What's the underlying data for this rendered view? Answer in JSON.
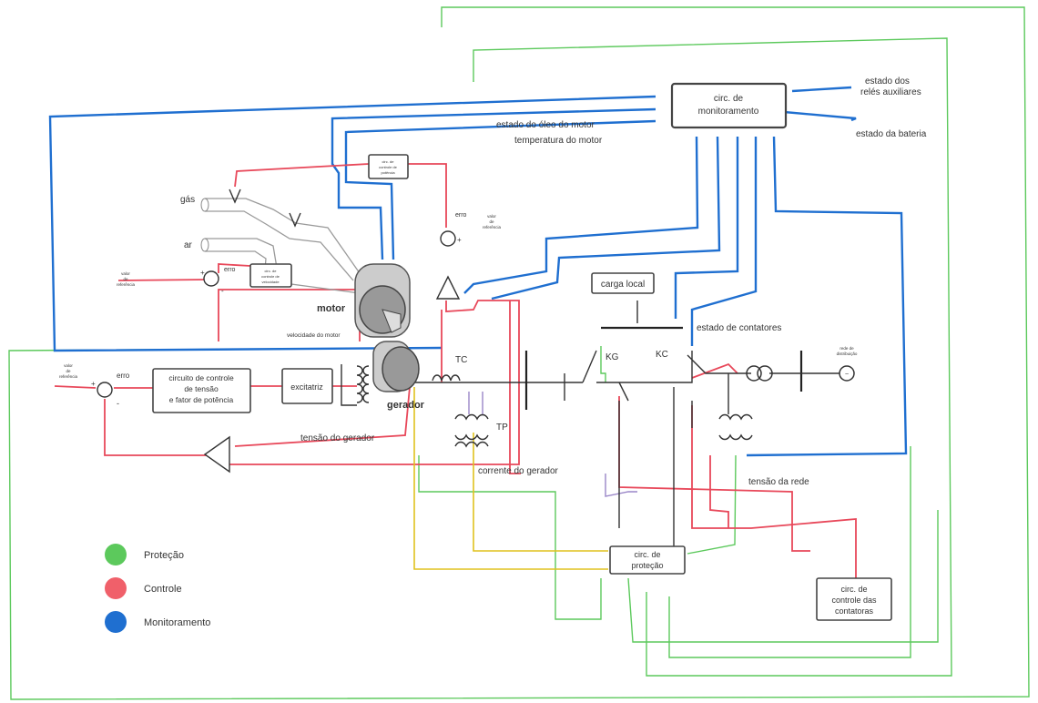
{
  "colors": {
    "protecao": "#5cc95c",
    "controle": "#f0606a",
    "monitoramento": "#1f6fd0",
    "yellow_signal": "#e0c21e"
  },
  "boxes": {
    "monitoramento": [
      "circ. de",
      "monitoramento"
    ],
    "protecao": [
      "circ. de",
      "proteção"
    ],
    "contatoras": [
      "circ. de",
      "controle das",
      "contatoras"
    ],
    "carga_local": "carga local",
    "tensao_ctrl": [
      "circuito de controle",
      "de tensão",
      "e fator de potência"
    ],
    "excitatriz": "excitatriz",
    "gas_ctrl": [
      "circ. de",
      "controle de",
      "potência"
    ],
    "speed_ctrl": [
      "circ. de",
      "controle de",
      "velocidade"
    ]
  },
  "labels": {
    "reles": [
      "estado dos",
      "relés auxiliares"
    ],
    "bateria": "estado da bateria",
    "oleo": "estado do óleo do motor",
    "temperatura": "temperatura do motor",
    "gas": "gás",
    "ar": "ar",
    "motor": "motor",
    "gerador": "gerador",
    "velocidade": "velocidade do motor",
    "erro_1": "erro",
    "erro_2": "erro",
    "erro_3": "erro",
    "ref_speed": [
      "valor",
      "de",
      "referência"
    ],
    "ref_power": [
      "valor",
      "de",
      "referência"
    ],
    "ref_tensao": [
      "valor",
      "de",
      "referência"
    ],
    "tc": "TC",
    "tp": "TP",
    "kg": "KG",
    "kc": "KC",
    "rede": [
      "rede de",
      "distribuição"
    ],
    "contatores": "estado de contatores",
    "tensao_gerador": "tensão do gerador",
    "corrente_gerador": "corrente do gerador",
    "tensao_rede": "tensão da rede"
  },
  "legend": [
    {
      "label": "Proteção",
      "color": "#5cc95c"
    },
    {
      "label": "Controle",
      "color": "#f0606a"
    },
    {
      "label": "Monitoramento",
      "color": "#1f6fd0"
    }
  ]
}
